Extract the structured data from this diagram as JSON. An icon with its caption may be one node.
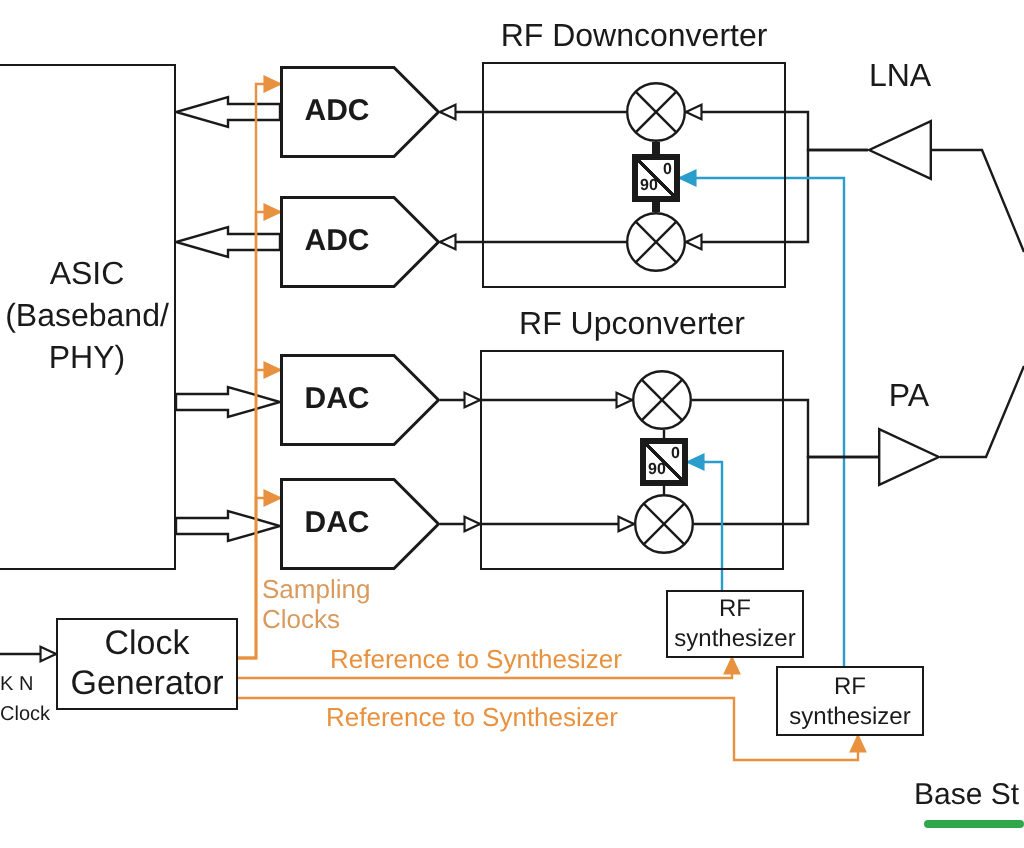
{
  "diagram": {
    "nodes": [
      {
        "text": [
          "ASIC (Baseband/ PHY)"
        ]
      },
      {
        "text": [
          "ADC"
        ]
      },
      {
        "text": [
          "ADC"
        ]
      },
      {
        "text": [
          "DAC"
        ]
      },
      {
        "text": [
          "DAC"
        ]
      },
      {
        "text": [
          "RF Downconverter"
        ]
      },
      {
        "text": [],
        "shape": "circle",
        "in": 5
      },
      {
        "text": [
          "0",
          "90"
        ],
        "in": 5
      },
      {
        "text": [],
        "shape": "circle",
        "in": 5
      },
      {
        "text": [
          "RF Upconverter"
        ]
      },
      {
        "text": [],
        "shape": "circle",
        "in": 9
      },
      {
        "text": [
          "0",
          "90"
        ],
        "in": 9
      },
      {
        "text": [],
        "shape": "circle",
        "in": 9
      },
      {
        "text": [
          "LNA"
        ]
      },
      {
        "text": [
          "PA"
        ]
      },
      {
        "text": [
          "RF synthesizer"
        ]
      },
      {
        "text": [
          "RF synthesizer"
        ]
      },
      {
        "text": [
          "Clock Generator"
        ]
      }
    ],
    "edges": [
      {
        "from": 1,
        "to": 0,
        "arrow": "to",
        "style": "thick"
      },
      {
        "from": 2,
        "to": 0,
        "arrow": "to",
        "style": "thick"
      },
      {
        "from": 0,
        "to": 3,
        "arrow": "to",
        "style": "thick"
      },
      {
        "from": 0,
        "to": 4,
        "arrow": "to",
        "style": "thick"
      },
      {
        "from": 6,
        "to": 1,
        "arrow": "to"
      },
      {
        "from": 8,
        "to": 2,
        "arrow": "to"
      },
      {
        "from": 13,
        "to": 6,
        "arrow": "to"
      },
      {
        "from": 13,
        "to": 8,
        "arrow": "to"
      },
      {
        "from": 7,
        "to": 6,
        "arrow": "none",
        "style": "thick"
      },
      {
        "from": 7,
        "to": 8,
        "arrow": "none",
        "style": "thick"
      },
      {
        "from": 16,
        "to": 7,
        "arrow": "to",
        "color": "#2a9dcc"
      },
      {
        "from": 3,
        "to": 10,
        "arrow": "to"
      },
      {
        "from": 4,
        "to": 12,
        "arrow": "to"
      },
      {
        "from": 10,
        "to": 14,
        "arrow": "none"
      },
      {
        "from": 12,
        "to": 14,
        "arrow": "none"
      },
      {
        "from": 11,
        "to": 10,
        "arrow": "none"
      },
      {
        "from": 11,
        "to": 12,
        "arrow": "none"
      },
      {
        "from": 15,
        "to": 11,
        "arrow": "to",
        "color": "#2a9dcc"
      },
      {
        "from": 17,
        "to": 1,
        "arrow": "to",
        "color": "#e8913f"
      },
      {
        "from": 17,
        "to": 2,
        "arrow": "to",
        "color": "#e8913f"
      },
      {
        "from": 17,
        "to": 3,
        "arrow": "to",
        "color": "#e8913f"
      },
      {
        "from": 17,
        "to": 4,
        "arrow": "to",
        "color": "#e8913f"
      },
      {
        "from": 17,
        "to": 15,
        "arrow": "to",
        "color": "#e8913f",
        "label": "Reference to Synthesizer"
      },
      {
        "from": 17,
        "to": 16,
        "arrow": "to",
        "color": "#e8913f",
        "label": "Reference to Synthesizer"
      },
      {
        "from": null,
        "to": 17,
        "arrow": "to"
      },
      {
        "from": null,
        "to": 13,
        "arrow": "none"
      },
      {
        "from": 14,
        "to": null,
        "arrow": "none"
      }
    ],
    "labels": [
      "Sampling Clocks",
      "K N Clock",
      "Base St"
    ]
  }
}
